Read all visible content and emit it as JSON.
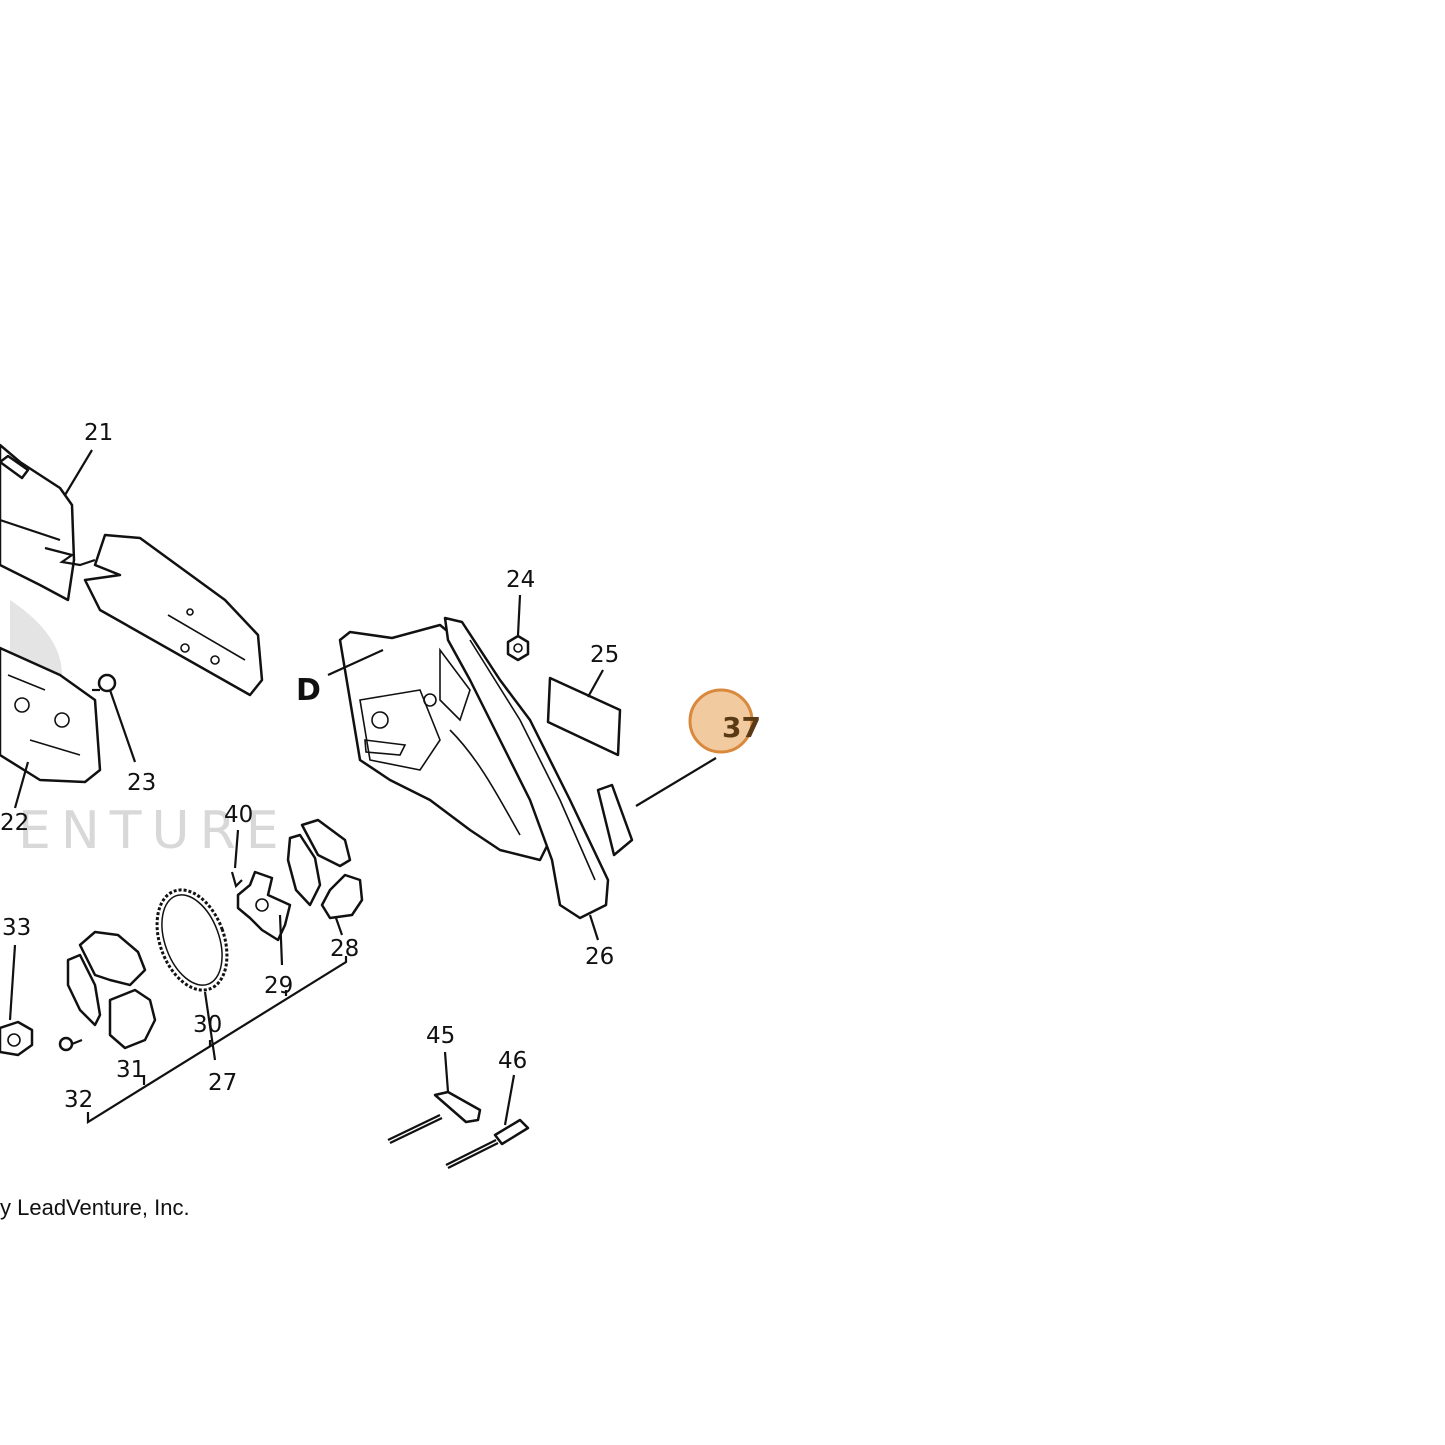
{
  "diagram": {
    "labels": {
      "p21": "21",
      "p22": "22",
      "p23": "23",
      "p24": "24",
      "p25": "25",
      "p26": "26",
      "p27": "27",
      "p28": "28",
      "p29": "29",
      "p30": "30",
      "p31": "31",
      "p32": "32",
      "p33": "33",
      "p40": "40",
      "p45": "45",
      "p46": "46",
      "letter_d": "D"
    },
    "highlight": {
      "label": "37",
      "fill_color": "#f2caa0",
      "stroke_color": "#d9883c"
    },
    "watermark": "ENTURE",
    "copyright": "y LeadVenture, Inc."
  }
}
